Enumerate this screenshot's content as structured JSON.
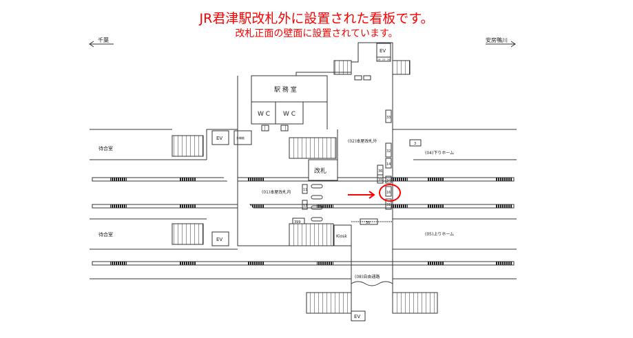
{
  "header": {
    "title": "JR君津駅改札外に設置された看板です。",
    "subtitle": "改札正面の壁面に設置されています。"
  },
  "directions": {
    "left": "千葉",
    "right": "安房鴨川"
  },
  "rooms": {
    "office": "駅 務 室",
    "wc1": "W C",
    "wc2": "W C",
    "ev_left_top": "EV",
    "ev_left_bottom": "EV",
    "multi": "多機能",
    "ev_top": "EV",
    "ev_bottom": "EV",
    "gate": "改札",
    "kiosk": "Kiosk",
    "waiting1": "待合室",
    "waiting2": "待合室"
  },
  "areas": {
    "outside_gate": "(02)本屋改札外",
    "inside_gate": "(01)本屋改札内",
    "down_platform": "(04)下りホーム",
    "up_platform": "(05)上りホーム",
    "free_passage": "(08)自由通路"
  },
  "signs": {
    "s3": "3",
    "s33": "33",
    "s32": "32",
    "s14": "14",
    "s36": "36",
    "s35": "35",
    "s34": "34",
    "s16": "16",
    "s31": "31",
    "s30": "30",
    "s399": "399",
    "s11": "11",
    "s12": "12",
    "s28": "28",
    "s23": "23",
    "s26": "26"
  },
  "highlight": {
    "sign": "16",
    "color": "#ff0000"
  }
}
